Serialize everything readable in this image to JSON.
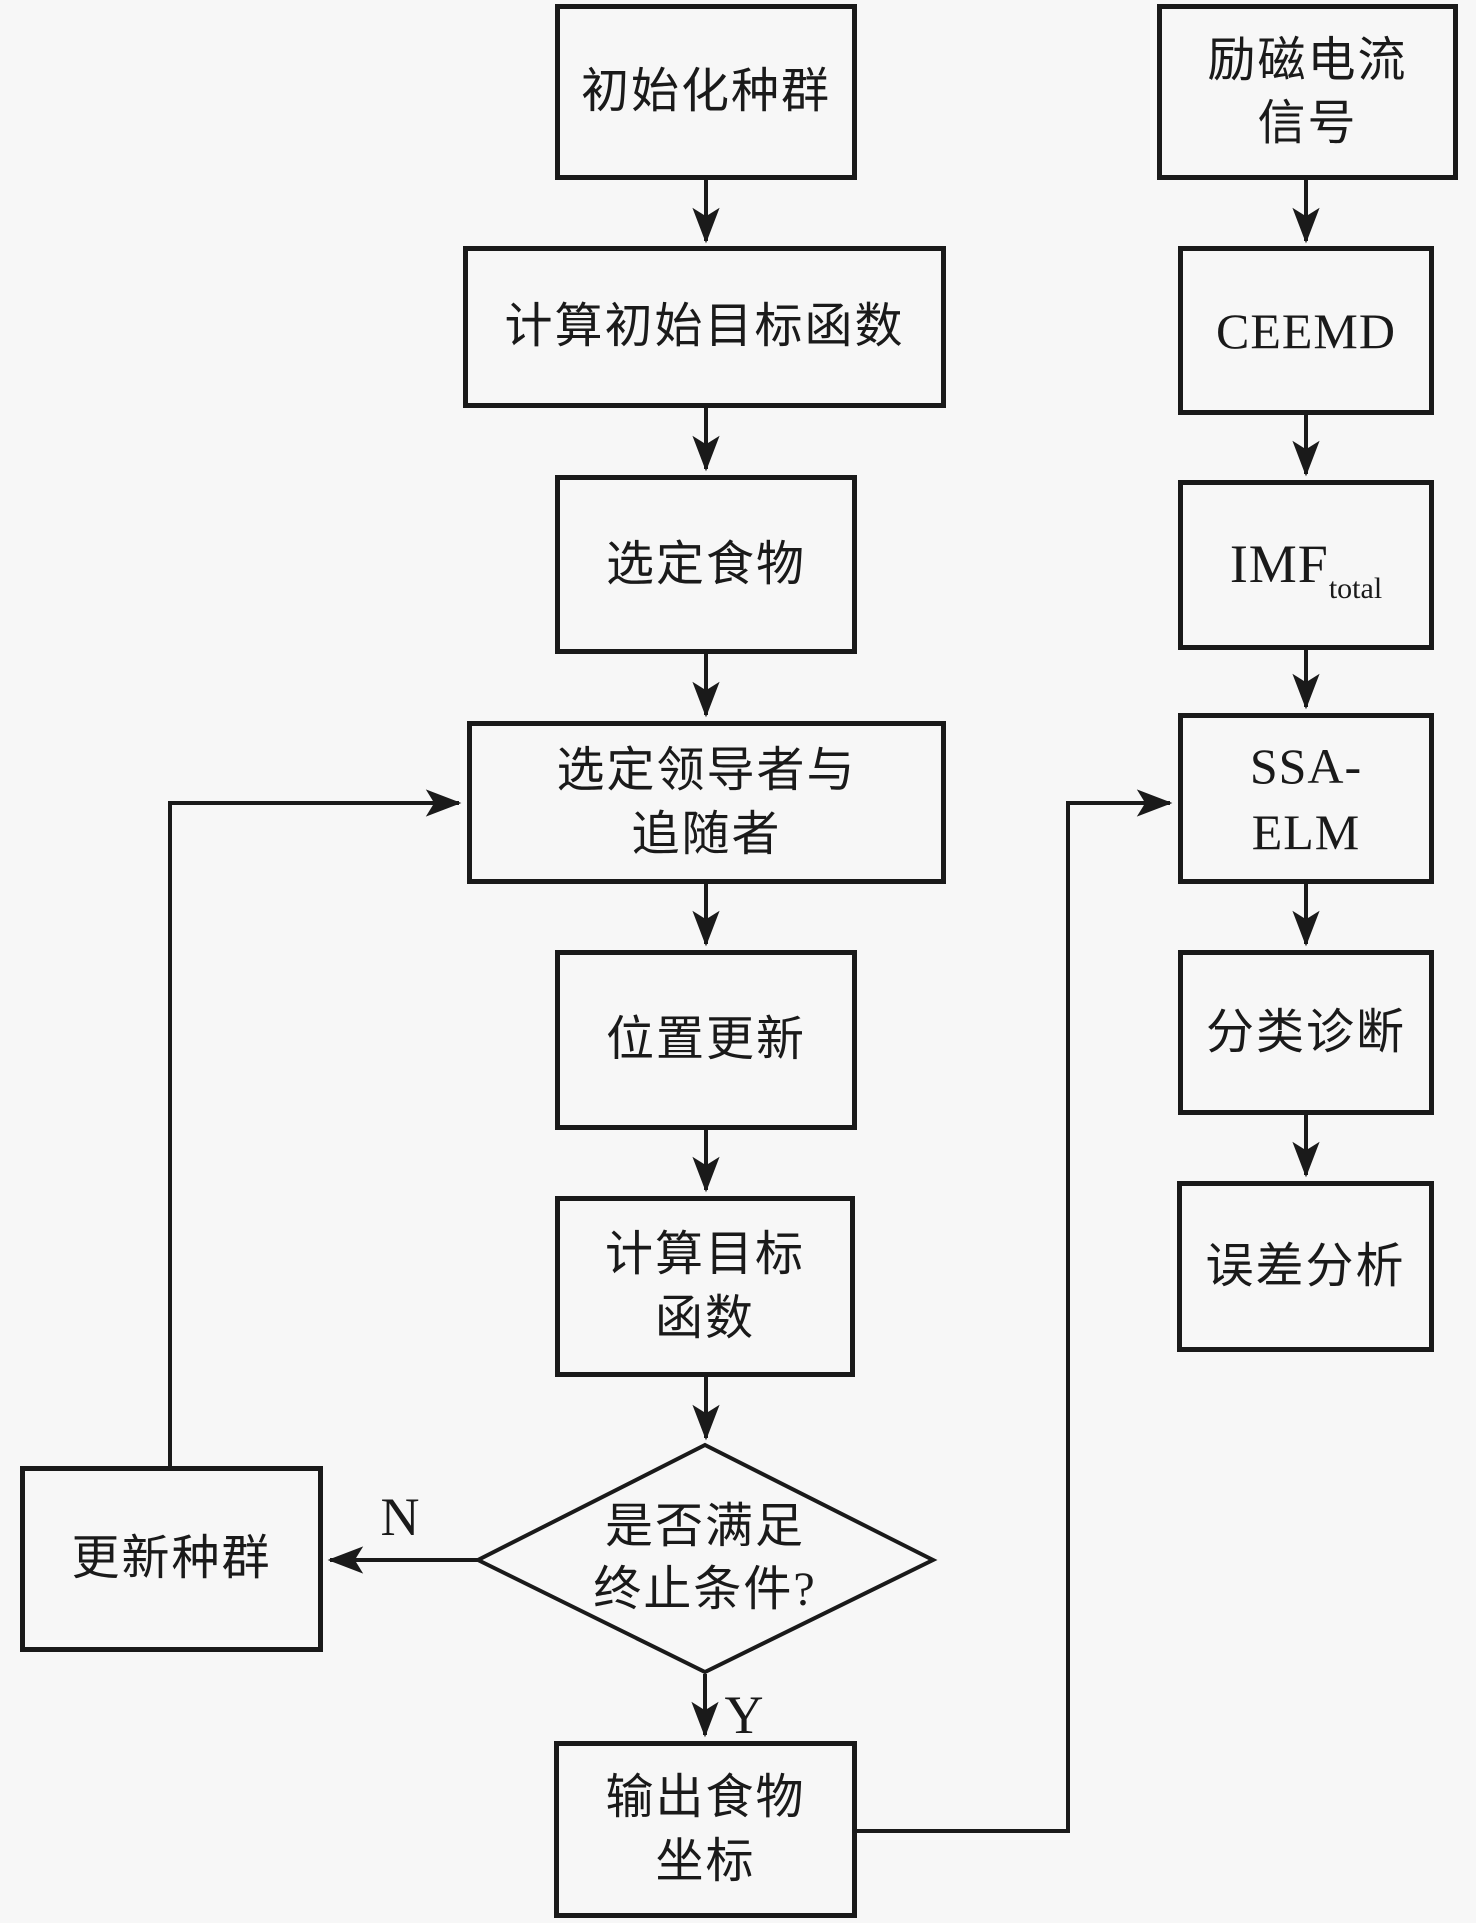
{
  "figure": {
    "background": "#f7f7f7",
    "line_color": "#1a1a1a"
  },
  "nodes": {
    "init_population": {
      "label": "初始化种群"
    },
    "calc_initial_objective": {
      "label": "计算初始目标函数"
    },
    "select_food": {
      "label": "选定食物"
    },
    "select_leader_follower": {
      "label": "选定领导者与\n追随者"
    },
    "position_update": {
      "label": "位置更新"
    },
    "calc_objective": {
      "label": "计算目标\n函数"
    },
    "decision": {
      "label": "是否满足\n终止条件?"
    },
    "output_food": {
      "label": "输出食物\n坐标"
    },
    "update_population": {
      "label": "更新种群"
    },
    "excitation_signal": {
      "label": "励磁电流\n信号"
    },
    "ceemd": {
      "label": "CEEMD"
    },
    "imf": {
      "base": "IMF",
      "subscript": "total"
    },
    "ssa_elm": {
      "label": "SSA-\nELM"
    },
    "classification": {
      "label": "分类诊断"
    },
    "error_analysis": {
      "label": "误差分析"
    }
  },
  "edge_labels": {
    "no": "N",
    "yes": "Y"
  }
}
